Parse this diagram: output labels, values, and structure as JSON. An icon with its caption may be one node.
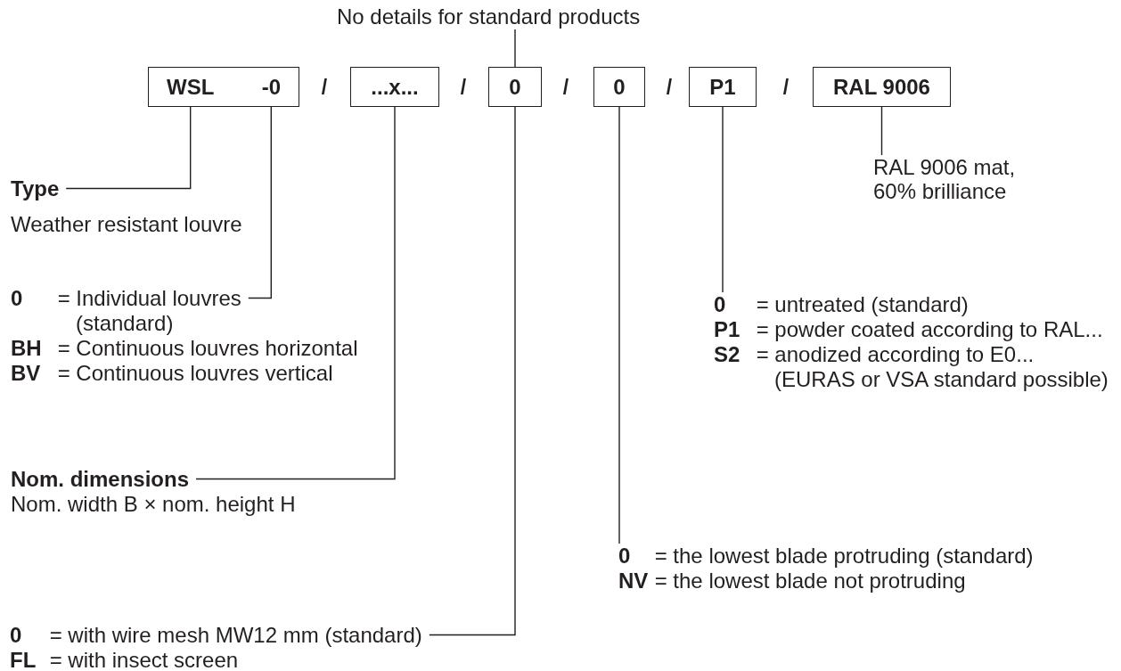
{
  "diagram": {
    "nodes": [
      {
        "text": [
          "No details for standard products"
        ]
      },
      {
        "text": [],
        "shape": "box"
      },
      {
        "text": [
          "WSL"
        ],
        "in": 1
      },
      {
        "text": [
          "-0"
        ],
        "in": 1
      },
      {
        "text": [
          "...x..."
        ]
      },
      {
        "text": [
          "0"
        ]
      },
      {
        "text": [
          "0"
        ]
      },
      {
        "text": [
          "P1"
        ]
      },
      {
        "text": [
          "RAL 9006"
        ]
      },
      {
        "text": [
          "RAL 9006 mat, 60% brilliance"
        ]
      },
      {
        "text": [
          "Type",
          "Weather resistant louvre"
        ]
      },
      {
        "text": [
          "**0** = Individual louvres (standard)",
          "**BH** = Continuous louvres horizontal",
          "**BV** = Continuous louvres vertical"
        ]
      },
      {
        "text": [
          "**0** = untreated (standard)",
          "**P1** = powder coated according to RAL...",
          "**S2** = anodized according to E0... (EURAS or VSA standard possible)"
        ]
      },
      {
        "text": [
          "Nom. dimensions",
          "Nom. width B × nom. height H"
        ]
      },
      {
        "text": [
          "**0** = the lowest blade protruding (standard)",
          "**NV** = the lowest blade not protruding"
        ]
      },
      {
        "text": [
          "**0** = with wire mesh MW12 mm (standard)",
          "**FL** = with insect screen"
        ]
      }
    ],
    "edges": [
      {
        "from": 0,
        "to": 5,
        "arrow": "none"
      },
      {
        "from": 10,
        "to": 2,
        "arrow": "none"
      },
      {
        "from": 11,
        "to": 3,
        "arrow": "none"
      },
      {
        "from": 9,
        "to": 8,
        "arrow": "none"
      },
      {
        "from": 12,
        "to": 7,
        "arrow": "none"
      },
      {
        "from": 13,
        "to": 4,
        "arrow": "none"
      },
      {
        "from": 14,
        "to": 6,
        "arrow": "none"
      },
      {
        "from": 15,
        "to": 5,
        "arrow": "none"
      }
    ],
    "labels": [
      "/",
      "/",
      "/",
      "/",
      "/"
    ]
  }
}
